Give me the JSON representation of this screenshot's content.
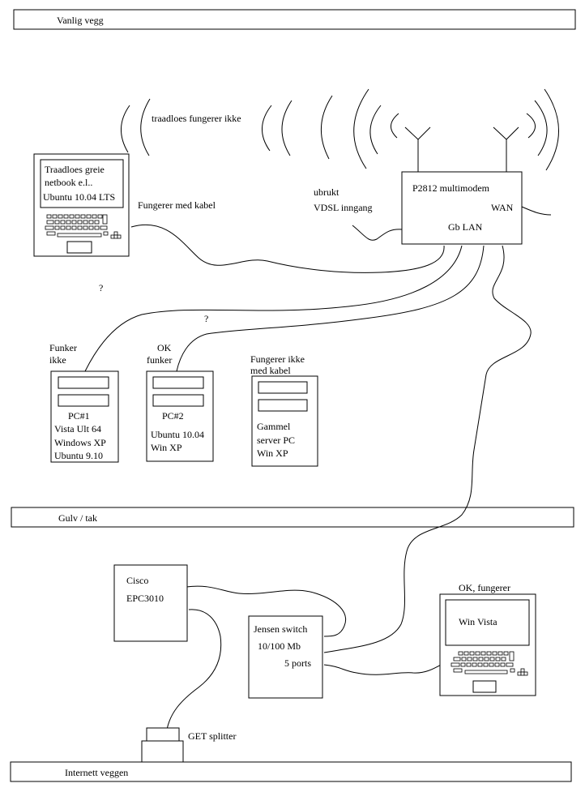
{
  "walls": {
    "top": "Vanlig vegg",
    "middle": "Gulv / tak",
    "bottom": "Internett veggen"
  },
  "wireless_note": "traadloes fungerer ikke",
  "netbook": {
    "line1": "Traadloes greie",
    "line2": "netbook e.l..",
    "line3": "Ubuntu 10.04 LTS",
    "cable_label": "Fungerer med kabel"
  },
  "modem": {
    "name": "P2812 multimodem",
    "wan": "WAN",
    "lan": "Gb LAN",
    "vdsl_line1": "ubrukt",
    "vdsl_line2": "VDSL inngang"
  },
  "questions": [
    "?",
    "?"
  ],
  "pc1": {
    "status_line1": "Funker",
    "status_line2": "ikke",
    "name": "PC#1",
    "os": [
      "Vista Ult 64",
      "Windows XP",
      "Ubuntu 9.10"
    ]
  },
  "pc2": {
    "status_line1": "OK",
    "status_line2": "funker",
    "name": "PC#2",
    "os": [
      "Ubuntu 10.04",
      "Win XP"
    ]
  },
  "server": {
    "status_line1": "Fungerer ikke",
    "status_line2": "med kabel",
    "lines": [
      "Gammel",
      "server PC",
      "Win XP"
    ]
  },
  "cisco": {
    "line1": "Cisco",
    "line2": "EPC3010"
  },
  "switch": {
    "line1": "Jensen switch",
    "line2": "10/100 Mb",
    "line3": "5 ports"
  },
  "laptop2": {
    "status": "OK, fungerer",
    "os": "Win Vista"
  },
  "splitter": {
    "label": "GET splitter"
  }
}
